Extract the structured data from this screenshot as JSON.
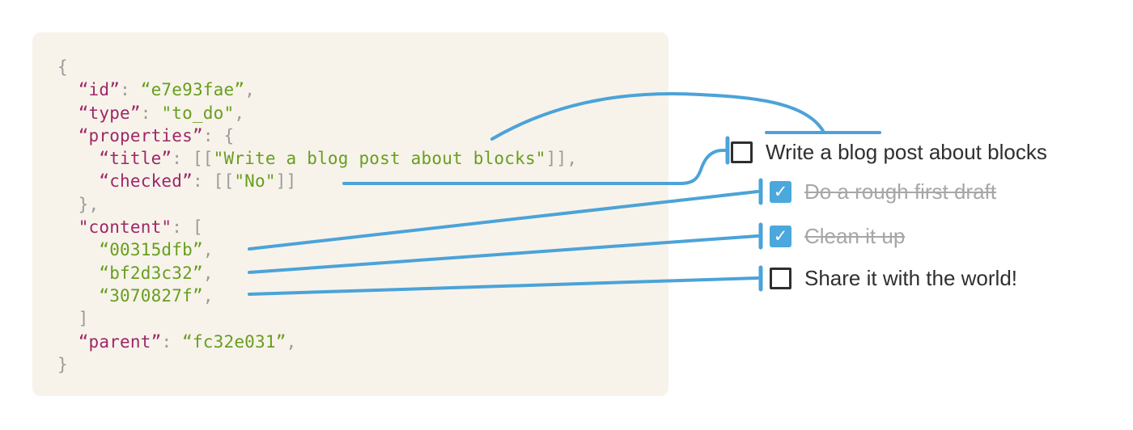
{
  "colors": {
    "page_bg": "#ffffff",
    "code_bg": "#F7F3EB",
    "code_key": "#9E2767",
    "code_string": "#689E1E",
    "code_punct": "#9B9B9B",
    "arrow_blue": "#4BA3D8",
    "checkbox_checked_bg": "#4BA8DC",
    "checkbox_unchecked_border": "#2F2F2F",
    "todo_text": "#2F2F2F",
    "todo_done_text": "#A7A7A7"
  },
  "icons": {
    "check_icon": "✓"
  },
  "code_block": {
    "lines": [
      [
        {
          "t": "{",
          "c": "p"
        }
      ],
      [
        {
          "t": "  ",
          "c": "p"
        },
        {
          "t": "“id”",
          "c": "k"
        },
        {
          "t": ": ",
          "c": "p"
        },
        {
          "t": "“e7e93fae”",
          "c": "s"
        },
        {
          "t": ",",
          "c": "p"
        }
      ],
      [
        {
          "t": "  ",
          "c": "p"
        },
        {
          "t": "“type”",
          "c": "k"
        },
        {
          "t": ": ",
          "c": "p"
        },
        {
          "t": "\"to_do\"",
          "c": "s"
        },
        {
          "t": ",",
          "c": "p"
        }
      ],
      [
        {
          "t": "  ",
          "c": "p"
        },
        {
          "t": "“properties”",
          "c": "k"
        },
        {
          "t": ": {",
          "c": "p"
        }
      ],
      [
        {
          "t": "    ",
          "c": "p"
        },
        {
          "t": "“title”",
          "c": "k"
        },
        {
          "t": ": [[",
          "c": "p"
        },
        {
          "t": "\"Write a blog post about blocks\"",
          "c": "s"
        },
        {
          "t": "]],",
          "c": "p"
        }
      ],
      [
        {
          "t": "    ",
          "c": "p"
        },
        {
          "t": "“checked”",
          "c": "k"
        },
        {
          "t": ": [[",
          "c": "p"
        },
        {
          "t": "\"No\"",
          "c": "s"
        },
        {
          "t": "]]",
          "c": "p"
        }
      ],
      [
        {
          "t": "  },",
          "c": "p"
        }
      ],
      [
        {
          "t": "  ",
          "c": "p"
        },
        {
          "t": "\"content\"",
          "c": "k"
        },
        {
          "t": ": [",
          "c": "p"
        }
      ],
      [
        {
          "t": "    ",
          "c": "p"
        },
        {
          "t": "“00315dfb”",
          "c": "s"
        },
        {
          "t": ",",
          "c": "p"
        }
      ],
      [
        {
          "t": "    ",
          "c": "p"
        },
        {
          "t": "“bf2d3c32”",
          "c": "s"
        },
        {
          "t": ",",
          "c": "p"
        }
      ],
      [
        {
          "t": "    ",
          "c": "p"
        },
        {
          "t": "“3070827f”",
          "c": "s"
        },
        {
          "t": ",",
          "c": "p"
        }
      ],
      [
        {
          "t": "  ]",
          "c": "p"
        }
      ],
      [
        {
          "t": "  ",
          "c": "p"
        },
        {
          "t": "“parent”",
          "c": "k"
        },
        {
          "t": ": ",
          "c": "p"
        },
        {
          "t": "“fc32e031”",
          "c": "s"
        },
        {
          "t": ",",
          "c": "p"
        }
      ],
      [
        {
          "t": "}",
          "c": "p"
        }
      ]
    ]
  },
  "todo_list": {
    "items": [
      {
        "label": "Write a blog post about blocks",
        "checked": false,
        "completed": false
      },
      {
        "label": "Do a rough first draft",
        "checked": true,
        "completed": true
      },
      {
        "label": "Clean it up",
        "checked": true,
        "completed": true
      },
      {
        "label": "Share it with the world!",
        "checked": false,
        "completed": false
      }
    ]
  },
  "connections": [
    {
      "from": "properties.title",
      "to": "todo-item-1 label"
    },
    {
      "from": "properties.checked",
      "to": "todo-item-1 checkbox"
    },
    {
      "from": "content.00315dfb",
      "to": "todo-item-2"
    },
    {
      "from": "content.bf2d3c32",
      "to": "todo-item-3"
    },
    {
      "from": "content.3070827f",
      "to": "todo-item-4"
    }
  ]
}
